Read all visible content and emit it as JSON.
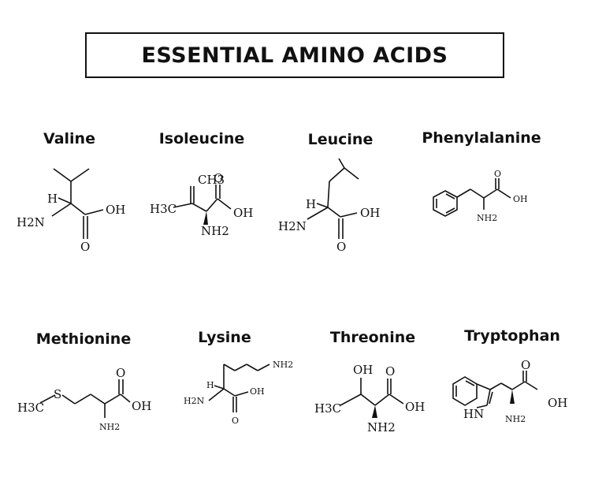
{
  "title": "ESSENTIAL AMINO ACIDS",
  "acids": [
    {
      "name": "Valine",
      "labels": {
        "h": "H",
        "amine": "H2N",
        "oh": "OH",
        "o": "O"
      }
    },
    {
      "name": "Isoleucine",
      "labels": {
        "ch3": "CH3",
        "h3c": "H3C",
        "oh": "OH",
        "o": "O",
        "amine": "NH2"
      }
    },
    {
      "name": "Leucine",
      "labels": {
        "h": "H",
        "amine": "H2N",
        "oh": "OH",
        "o": "O"
      }
    },
    {
      "name": "Phenylalanine",
      "labels": {
        "o": "O",
        "oh": "OH",
        "amine": "NH2"
      }
    },
    {
      "name": "Methionine",
      "labels": {
        "s": "S",
        "h3c": "H3C",
        "o": "O",
        "oh": "OH",
        "amine": "NH2"
      }
    },
    {
      "name": "Lysine",
      "labels": {
        "nh2_side": "NH2",
        "h": "H",
        "amine": "H2N",
        "oh": "OH",
        "o": "O"
      }
    },
    {
      "name": "Threonine",
      "labels": {
        "side_oh": "OH",
        "o": "O",
        "h3c": "H3C",
        "oh": "OH",
        "amine": "NH2"
      }
    },
    {
      "name": "Tryptophan",
      "labels": {
        "o": "O",
        "oh": "OH",
        "hn": "HN",
        "amine": "NH2"
      }
    }
  ]
}
